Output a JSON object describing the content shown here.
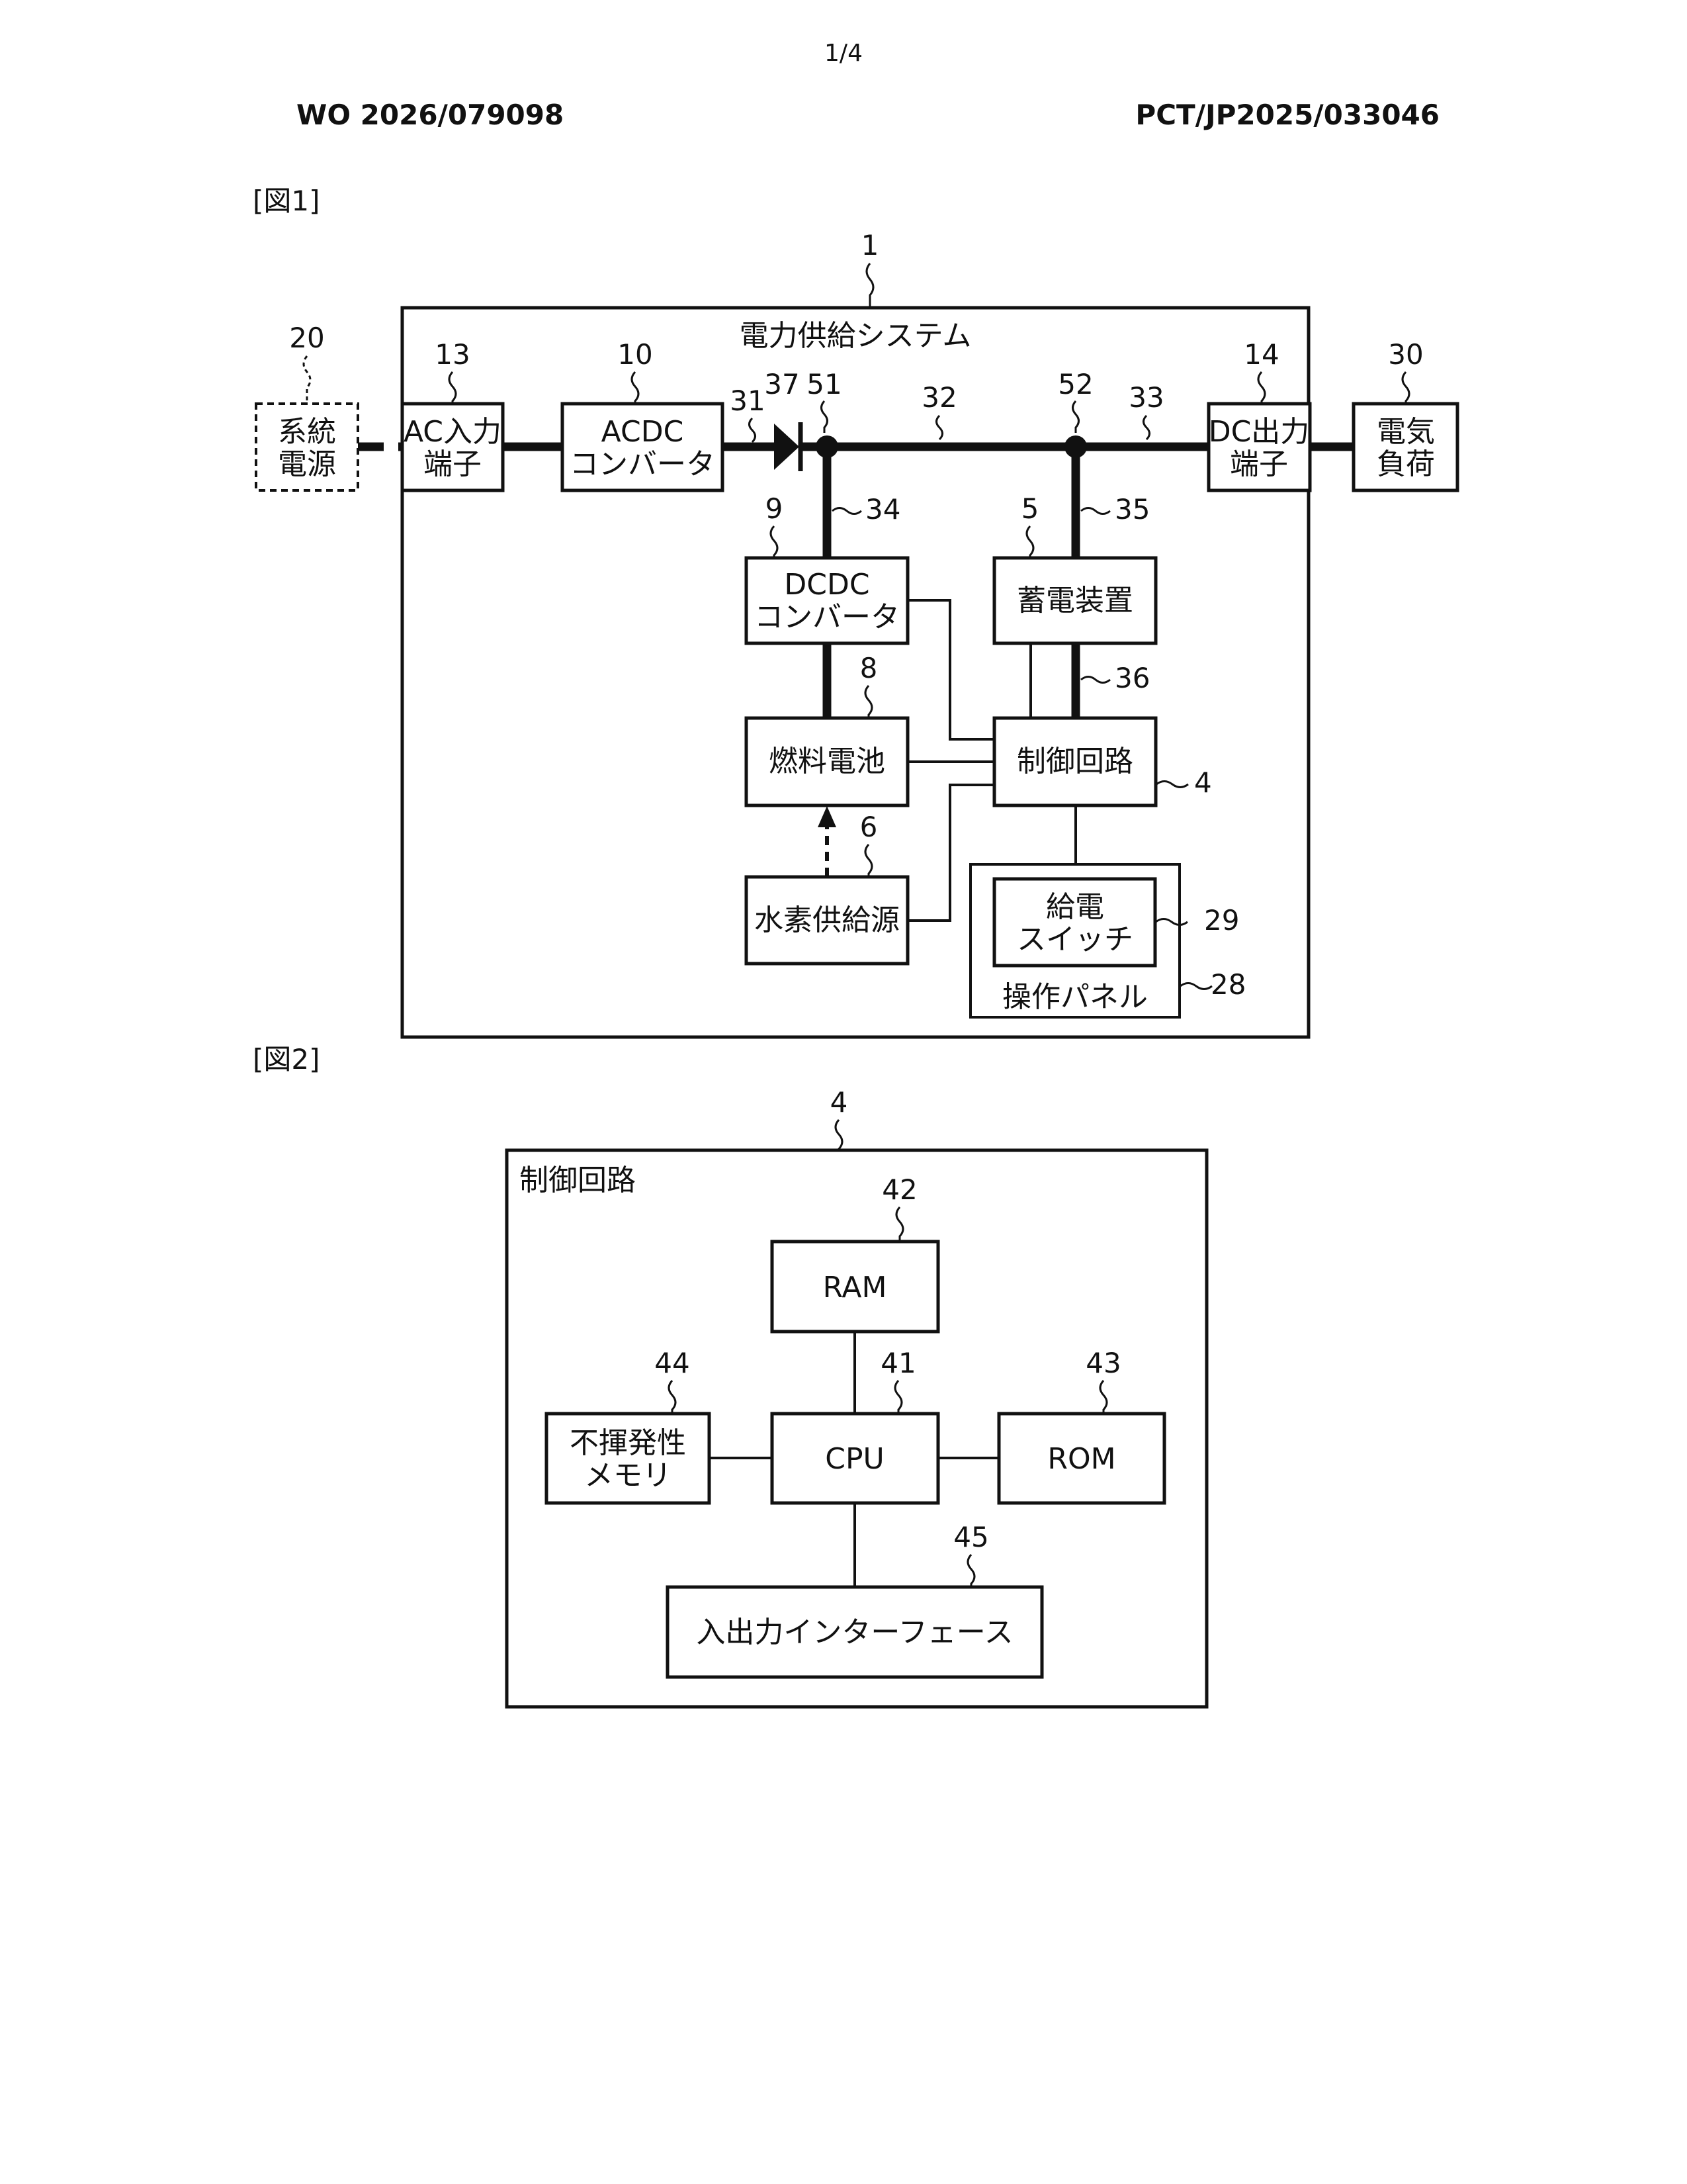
{
  "header": {
    "page_number": "1/4",
    "publication_number": "WO 2026/079098",
    "application_number": "PCT/JP2025/033046"
  },
  "figure1": {
    "caption": "[図1]",
    "system_title": "電力供給システム",
    "blocks": {
      "grid_power": [
        "系統",
        "電源"
      ],
      "ac_input": [
        "AC入力",
        "端子"
      ],
      "acdc_converter": [
        "ACDC",
        "コンバータ"
      ],
      "dc_output": [
        "DC出力",
        "端子"
      ],
      "electric_load": [
        "電気",
        "負荷"
      ],
      "dcdc_converter": [
        "DCDC",
        "コンバータ"
      ],
      "storage": "蓄電装置",
      "fuel_cell": "燃料電池",
      "control_circuit": "制御回路",
      "hydrogen_source": "水素供給源",
      "power_switch": [
        "給電",
        "スイッチ"
      ],
      "operation_panel": "操作パネル"
    },
    "refs": {
      "system": "1",
      "grid": "20",
      "ac_input": "13",
      "acdc": "10",
      "dc_output": "14",
      "load": "30",
      "diode": "37",
      "node51": "51",
      "node52": "52",
      "line31": "31",
      "line32": "32",
      "line33": "33",
      "line34": "34",
      "line35": "35",
      "line36": "36",
      "dcdc": "9",
      "storage": "5",
      "fuel_cell": "8",
      "hydrogen": "6",
      "control": "4",
      "switch": "29",
      "panel": "28"
    }
  },
  "figure2": {
    "caption": "[図2]",
    "container_title": "制御回路",
    "blocks": {
      "ram": "RAM",
      "cpu": "CPU",
      "rom": "ROM",
      "nonvolatile": [
        "不揮発性",
        "メモリ"
      ],
      "io_interface": "入出力インターフェース"
    },
    "refs": {
      "container": "4",
      "ram": "42",
      "cpu": "41",
      "rom": "43",
      "nonvolatile": "44",
      "io": "45"
    }
  }
}
